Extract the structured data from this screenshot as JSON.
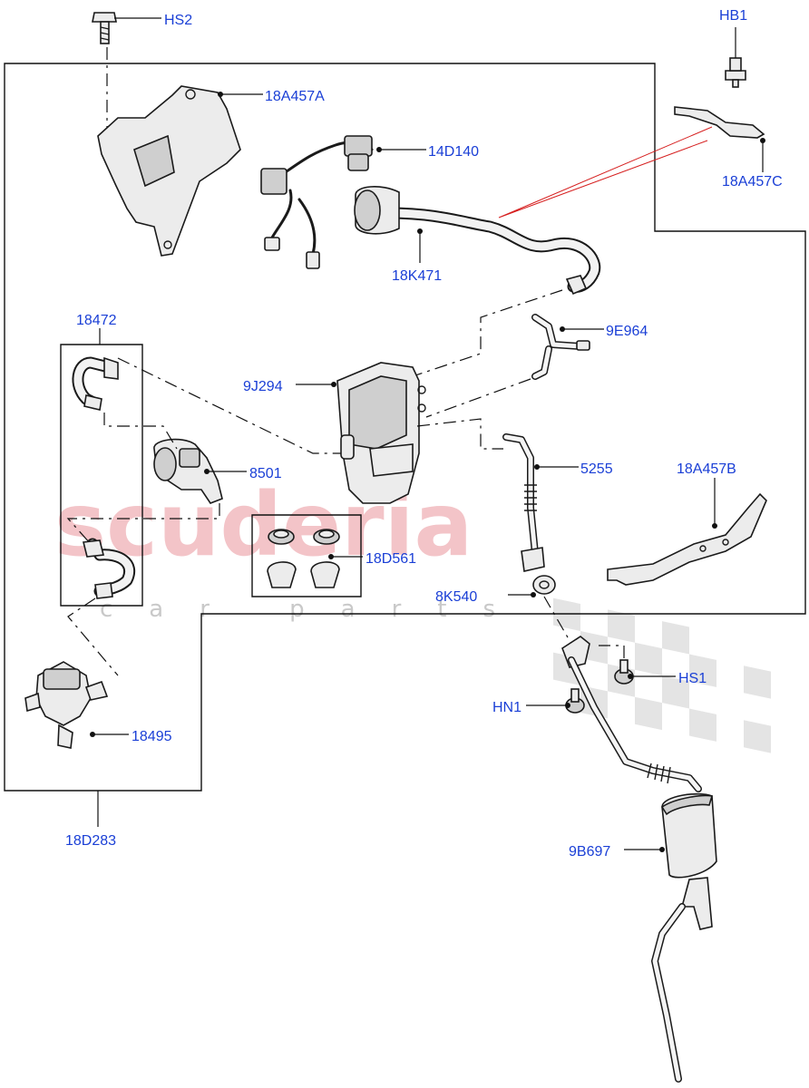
{
  "labels": {
    "hs2": "HS2",
    "a18a457a": "18A457A",
    "a14d140": "14D140",
    "hb1": "HB1",
    "a18a457c": "18A457C",
    "a18k471": "18K471",
    "a18472": "18472",
    "a9e964": "9E964",
    "a9j294": "9J294",
    "a8501": "8501",
    "a5255": "5255",
    "a18a457b": "18A457B",
    "a18d561": "18D561",
    "a8k540": "8K540",
    "hs1": "HS1",
    "hn1": "HN1",
    "a18495": "18495",
    "a18d283": "18D283",
    "a9b697": "9B697"
  },
  "watermark": {
    "main": "scuderia",
    "sub": "car parts"
  },
  "colors": {
    "label": "#1a3fd6",
    "watermark": "#f3c4c8",
    "leader_red": "#d62020"
  }
}
